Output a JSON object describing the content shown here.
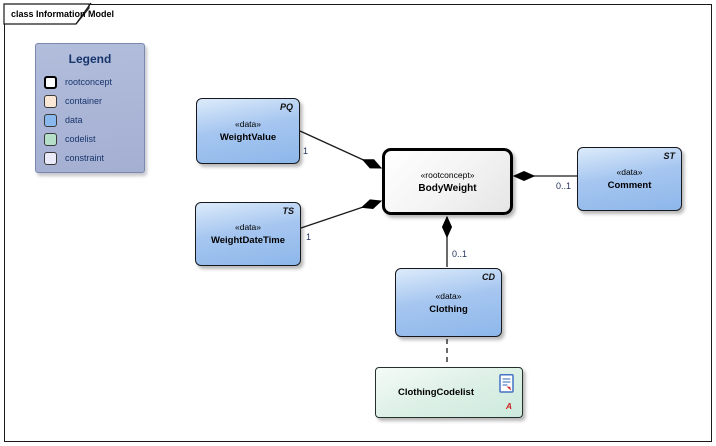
{
  "frame": {
    "title": "class Information Model"
  },
  "legend": {
    "title": "Legend",
    "items": [
      {
        "label": "rootconcept",
        "color": "#ffffff"
      },
      {
        "label": "container",
        "color": "#fbe7d6"
      },
      {
        "label": "data",
        "color": "#88b8ed"
      },
      {
        "label": "codelist",
        "color": "#b5dfc8"
      },
      {
        "label": "constraint",
        "color": "#eaeafa"
      }
    ]
  },
  "nodes": [
    {
      "stereotype": "«data»",
      "name": "WeightValue",
      "type_abbr": "PQ",
      "kind": "data"
    },
    {
      "stereotype": "«data»",
      "name": "WeightDateTime",
      "type_abbr": "TS",
      "kind": "data"
    },
    {
      "stereotype": "«rootconcept»",
      "name": "BodyWeight",
      "kind": "rootconcept"
    },
    {
      "stereotype": "«data»",
      "name": "Comment",
      "type_abbr": "ST",
      "kind": "data"
    },
    {
      "stereotype": "«data»",
      "name": "Clothing",
      "type_abbr": "CD",
      "kind": "data"
    },
    {
      "name": "ClothingCodelist",
      "kind": "codelist",
      "icon": "document-link-icon",
      "marker": "A"
    }
  ],
  "connectors": [
    {
      "from": "WeightValue",
      "to": "BodyWeight",
      "multiplicity": "1",
      "end": "filled-diamond"
    },
    {
      "from": "WeightDateTime",
      "to": "BodyWeight",
      "multiplicity": "1",
      "end": "filled-diamond"
    },
    {
      "from": "BodyWeight",
      "to": "Comment",
      "multiplicity": "0..1",
      "end": "filled-diamond"
    },
    {
      "from": "BodyWeight",
      "to": "Clothing",
      "multiplicity": "0..1",
      "end": "filled-diamond"
    },
    {
      "from": "Clothing",
      "to": "ClothingCodelist",
      "style": "dashed"
    }
  ],
  "colors": {
    "data_fill": "#8db7ea",
    "rootconcept_fill": "#ffffff",
    "codelist_fill": "#cdeadd",
    "container_fill": "#fbe7d6",
    "constraint_fill": "#eaeafa",
    "legend_bg": "#a9b4d6",
    "legend_text": "#17356b",
    "marker_red": "#cc2222",
    "line": "#1a1a1a"
  }
}
